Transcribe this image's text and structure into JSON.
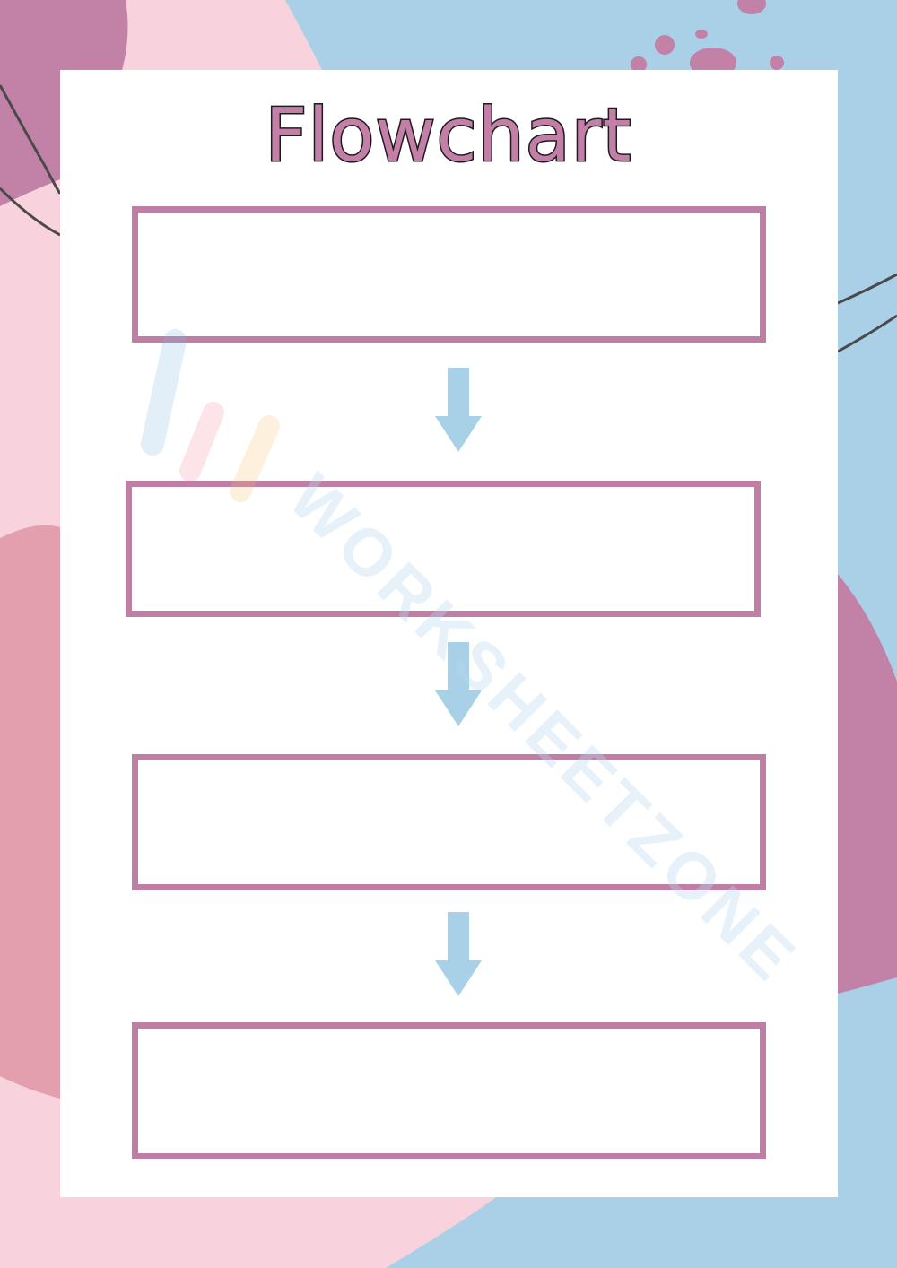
{
  "title": "Flowchart",
  "colors": {
    "pink_light": "#f8d3dd",
    "mauve": "#c281a7",
    "rose": "#e39fae",
    "blue": "#a9d0e6",
    "box_border": "#bf7fa5",
    "arrow": "#a8d1e8",
    "title_fill": "#c37fa8",
    "title_outline": "#1c1c1c"
  },
  "flowchart": {
    "boxes": [
      {
        "text": ""
      },
      {
        "text": ""
      },
      {
        "text": ""
      },
      {
        "text": ""
      }
    ],
    "arrow_count": 3
  },
  "watermark": {
    "text": "WORKSHEETZONE"
  }
}
